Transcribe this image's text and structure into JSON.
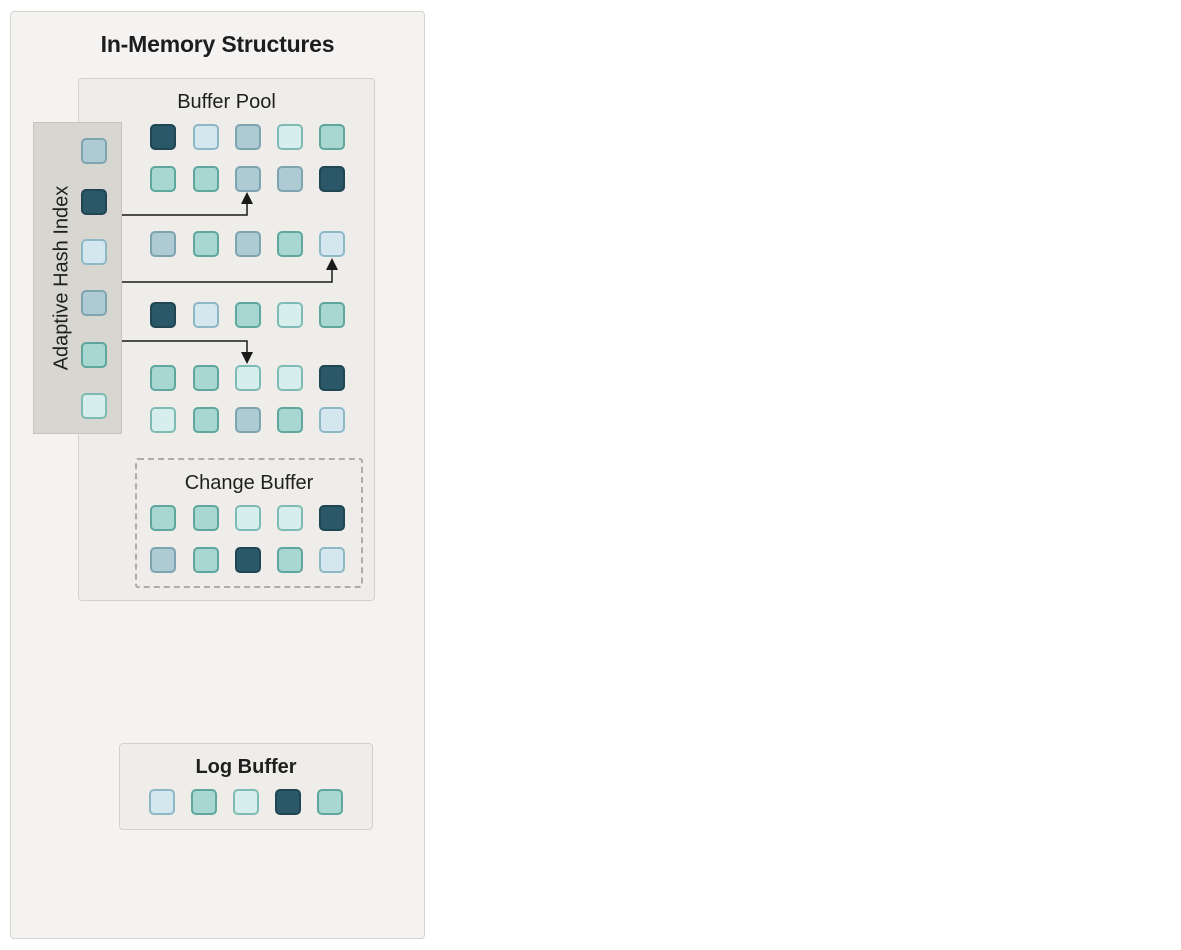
{
  "diagram": {
    "title": "In-Memory Structures",
    "buffer_pool": {
      "label": "Buffer Pool",
      "rows": [
        [
          "dark",
          "sky",
          "slate",
          "mint",
          "teal"
        ],
        [
          "teal",
          "teal",
          "slate",
          "slate",
          "dark"
        ],
        [
          "slate",
          "teal",
          "slate",
          "teal",
          "sky"
        ],
        [
          "dark",
          "sky",
          "teal",
          "mint",
          "teal"
        ],
        [
          "teal",
          "teal",
          "mint",
          "mint",
          "dark"
        ],
        [
          "mint",
          "teal",
          "slate",
          "teal",
          "sky"
        ]
      ]
    },
    "adaptive_hash_index": {
      "label": "Adaptive Hash Index",
      "pages": [
        "slate",
        "dark",
        "sky",
        "slate",
        "teal",
        "mint"
      ]
    },
    "change_buffer": {
      "label": "Change Buffer",
      "rows": [
        [
          "teal",
          "teal",
          "mint",
          "mint",
          "dark"
        ],
        [
          "slate",
          "teal",
          "dark",
          "teal",
          "sky"
        ]
      ]
    },
    "log_buffer": {
      "label": "Log Buffer",
      "pages": [
        "sky",
        "teal",
        "mint",
        "dark",
        "teal"
      ]
    },
    "colors": {
      "dark": "#2a5868",
      "teal": "#a7d7d0",
      "slate": "#aecad3",
      "sky": "#d4e7ee",
      "mint": "#d6eeec"
    }
  }
}
